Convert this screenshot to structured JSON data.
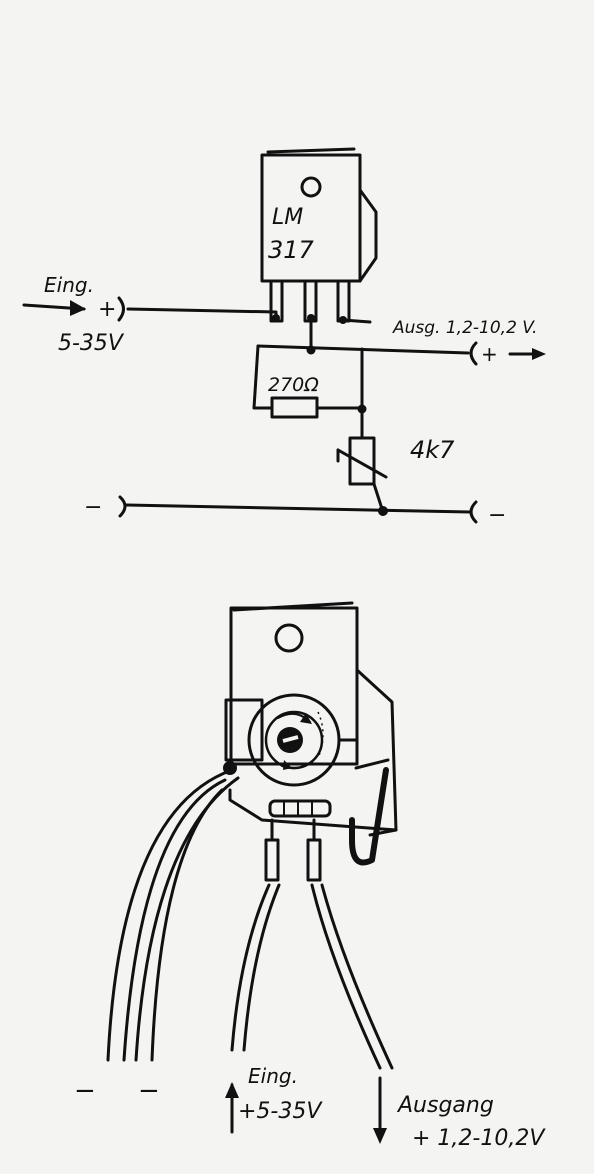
{
  "schematic": {
    "regulator_line1": "LM",
    "regulator_line2": "317",
    "input_label": "Eing.",
    "input_plus": "+",
    "input_voltage": "5-35V",
    "output_label": "Ausg. 1,2-10,2 V.",
    "output_plus": "+",
    "resistor_value": "270Ω",
    "pot_value": "4k7",
    "minus_left": "−",
    "minus_right": "−"
  },
  "assembly": {
    "minus_left_1": "−",
    "minus_left_2": "−",
    "input_label": "Eing.",
    "input_voltage": "+5-35V",
    "output_label": "Ausgang",
    "output_voltage": "+ 1,2-10,2V"
  },
  "colors": {
    "ink": "#111111",
    "paper": "#f4f4f2"
  }
}
